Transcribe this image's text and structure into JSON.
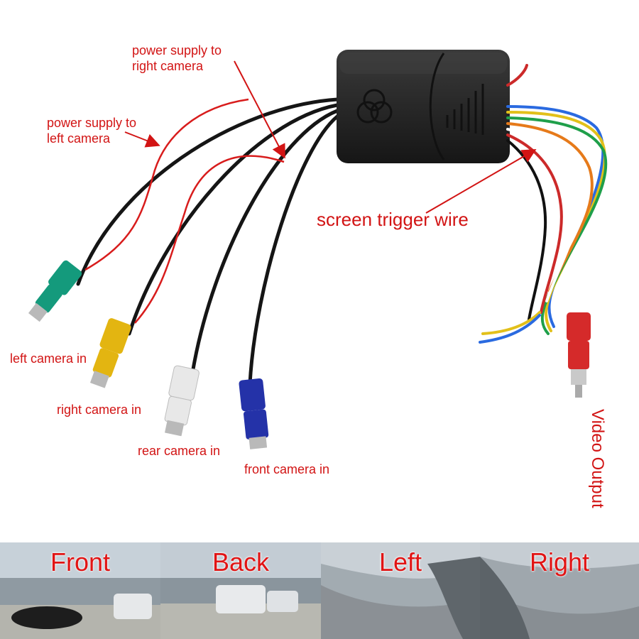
{
  "labels": {
    "power_right": [
      "power supply to",
      "right camera"
    ],
    "power_left": [
      "power supply to",
      "left camera"
    ],
    "screen_trigger": "screen trigger wire",
    "left_in": "left camera in",
    "right_in": "right camera in",
    "rear_in": "rear camera in",
    "front_in": "front camera in",
    "video_output": "Video Output"
  },
  "panels": [
    {
      "title": "Front"
    },
    {
      "title": "Back"
    },
    {
      "title": "Left"
    },
    {
      "title": "Right"
    }
  ],
  "colors": {
    "label_red": "#d21414",
    "connector_green": "#149a7c",
    "connector_yellow": "#e3b511",
    "connector_white": "#e8e8e8",
    "connector_blue": "#2432a8",
    "connector_red": "#d52a2a",
    "module_body": "#2a2a2a"
  }
}
